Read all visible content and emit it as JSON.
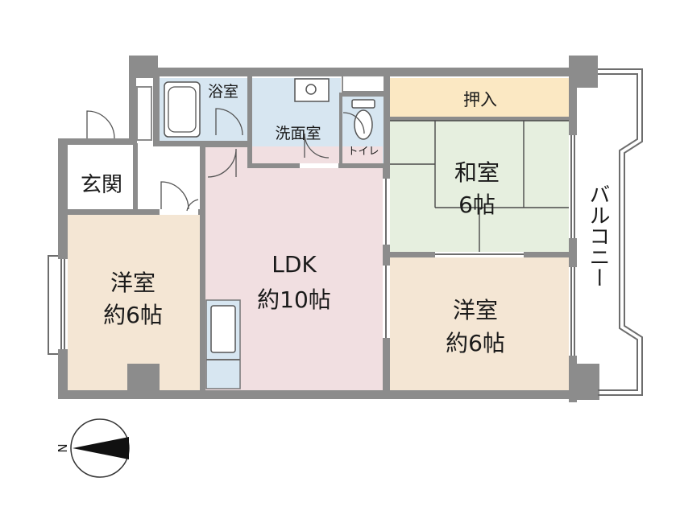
{
  "floorplan": {
    "rooms": {
      "bath": "浴室",
      "washroom": "洗面室",
      "toilet": "トイレ",
      "closet": "押入",
      "entrance": "玄関",
      "ldk": {
        "name": "LDK",
        "size": "約10帖"
      },
      "japanese_room": {
        "name": "和室",
        "size": "6帖"
      },
      "western_room_left": {
        "name": "洋室",
        "size": "約6帖"
      },
      "western_room_right": {
        "name": "洋室",
        "size": "約6帖"
      },
      "balcony": "バルコニー"
    },
    "compass": {
      "label": "N"
    },
    "colors": {
      "wall": "#8c8c8c",
      "ldk": "#f1dfe1",
      "western": "#f4e6d4",
      "japanese": "#e6efdf",
      "closet": "#fbe8c3",
      "wet_area": "#d7e6f1"
    }
  }
}
